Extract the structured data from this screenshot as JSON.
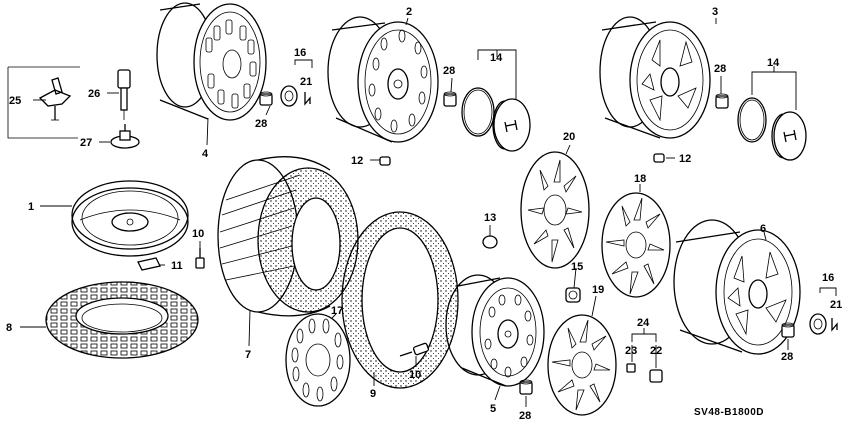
{
  "diagram": {
    "code": "SV48-B1800D",
    "callouts": [
      "1",
      "2",
      "3",
      "4",
      "5",
      "6",
      "7",
      "8",
      "9",
      "10",
      "10",
      "11",
      "12",
      "12",
      "13",
      "14",
      "14",
      "15",
      "16",
      "16",
      "17",
      "18",
      "19",
      "20",
      "21",
      "21",
      "22",
      "23",
      "24",
      "25",
      "26",
      "27",
      "28",
      "28",
      "28",
      "28",
      "28"
    ]
  }
}
